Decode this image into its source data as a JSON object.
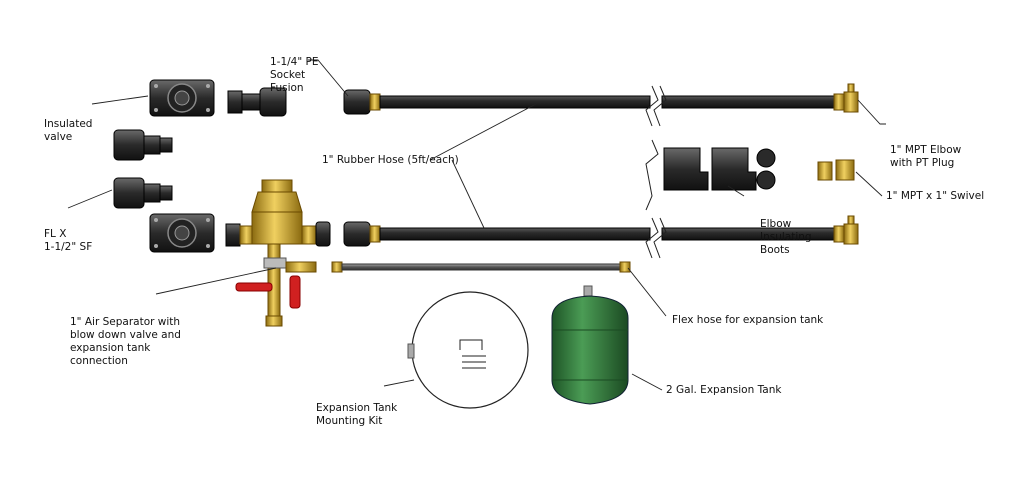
{
  "labels": {
    "pe_fusion": [
      "1-1/4\" PE",
      "Socket",
      "Fusion"
    ],
    "insulated_valve": [
      "Insulated",
      "valve"
    ],
    "flx": [
      "FL X",
      "1-1/2\" SF"
    ],
    "air_separator": [
      "1\" Air Separator with",
      "blow down valve and",
      "expansion tank",
      "connection"
    ],
    "rubber_hose": "1\" Rubber Hose (5ft/each)",
    "mpt_elbow": [
      "1\" MPT Elbow",
      "with PT Plug"
    ],
    "swivel": "1\" MPT x 1\" Swivel",
    "elbow_boots": [
      "Elbow",
      "Insulating",
      "Boots"
    ],
    "flex_hose": "Flex hose for expansion tank",
    "mounting_kit": [
      "Expansion Tank",
      "Mounting Kit"
    ],
    "expansion_tank": "2 Gal. Expansion Tank"
  },
  "colors": {
    "hose": "#2b2b2b",
    "brass": "#c8a030",
    "tank_green": "#2f7a3a",
    "valve_handle": "#d02020",
    "fitting_black": "#333333"
  }
}
